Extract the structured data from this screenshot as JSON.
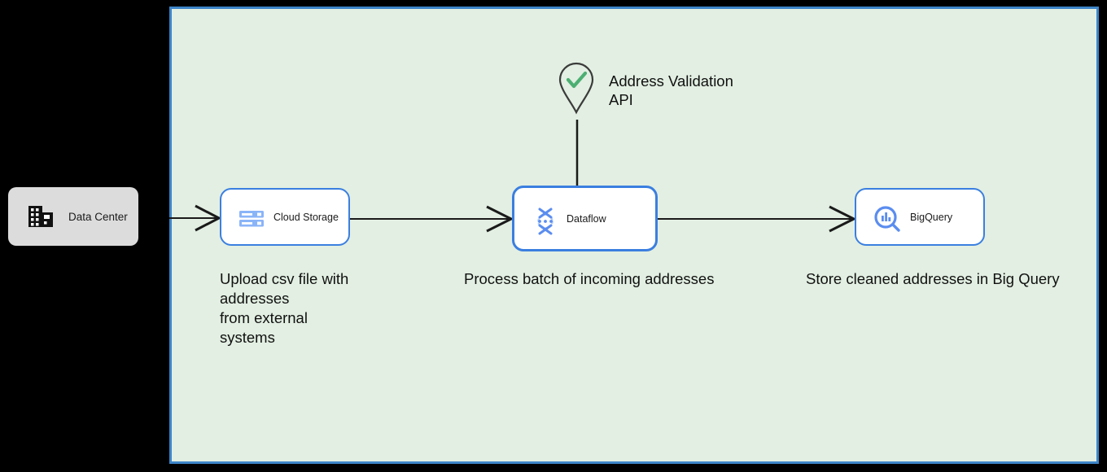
{
  "diagram": {
    "boundary": {
      "name": "cloud-boundary",
      "fill_color": "#e2efe2",
      "border_color": "#3d85c8"
    },
    "onprem": {
      "label": "Data Center",
      "icon": "building-icon",
      "fill_color": "#dcdcdc"
    },
    "nodes": [
      {
        "id": "cloud-storage",
        "label": "Cloud Storage",
        "icon": "cloud-storage-icon",
        "border_color": "#3b7fe0",
        "emphasized": false
      },
      {
        "id": "dataflow",
        "label": "Dataflow",
        "icon": "dataflow-icon",
        "border_color": "#3b7fe0",
        "emphasized": true
      },
      {
        "id": "bigquery",
        "label": "BigQuery",
        "icon": "bigquery-icon",
        "border_color": "#3b7fe0",
        "emphasized": false
      }
    ],
    "external_service": {
      "label": "Address Validation\nAPI",
      "icon": "map-pin-check-icon",
      "check_color": "#4caf72",
      "pin_color": "#3b3b3b"
    },
    "captions": [
      {
        "id": "upload",
        "text": "Upload csv file with\naddresses\nfrom external\nsystems"
      },
      {
        "id": "process",
        "text": "Process batch of incoming addresses"
      },
      {
        "id": "store",
        "text": "Store cleaned addresses in Big Query"
      }
    ],
    "connections": [
      {
        "id": "datacenter-to-cloud-storage",
        "from": "Data Center",
        "to": "Cloud Storage",
        "arrow": true
      },
      {
        "id": "cloud-storage-to-dataflow",
        "from": "Cloud Storage",
        "to": "Dataflow",
        "arrow": true
      },
      {
        "id": "dataflow-to-bigquery",
        "from": "Dataflow",
        "to": "BigQuery",
        "arrow": true
      },
      {
        "id": "api-to-dataflow",
        "from": "Address Validation API",
        "to": "Dataflow",
        "arrow": false
      }
    ]
  }
}
